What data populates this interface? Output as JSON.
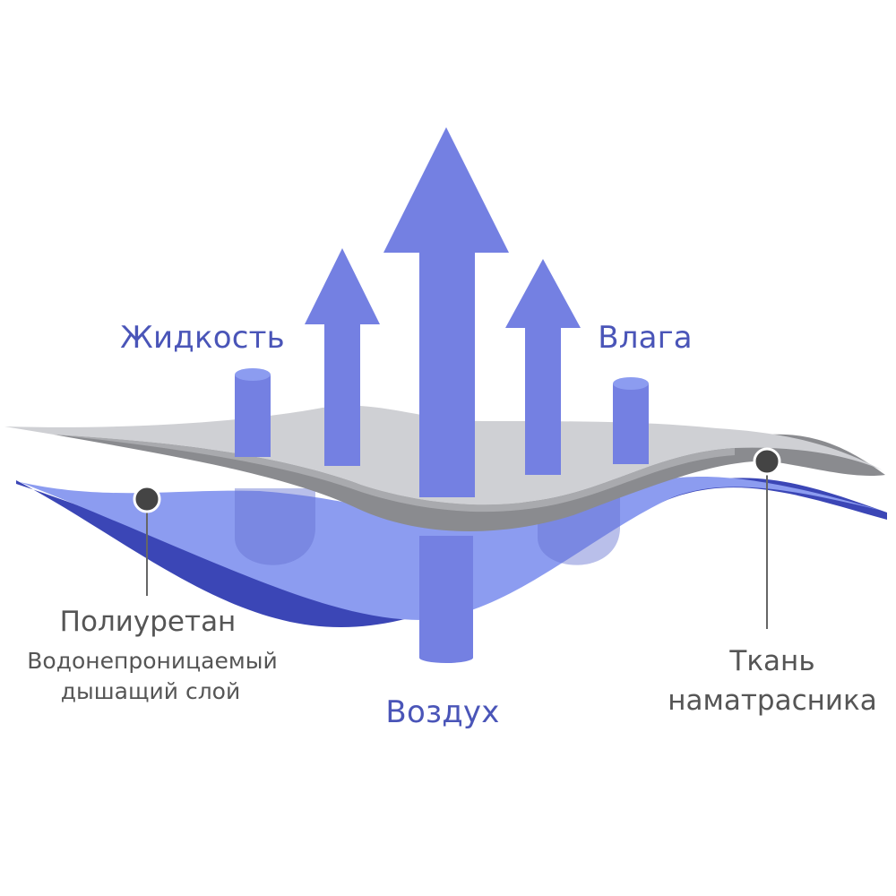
{
  "labels": {
    "liquid": "Жидкость",
    "moisture": "Влага",
    "air": "Воздух",
    "polyurethane_title": "Полиуретан",
    "polyurethane_line1": "Водонепроницаемый",
    "polyurethane_line2": "дышащий слой",
    "fabric_line1": "Ткань",
    "fabric_line2": "наматрасника"
  },
  "colors": {
    "arrow": "#7480e2",
    "arrow_dark": "#6470d0",
    "label_blue": "#4a55b8",
    "label_gray": "#555555",
    "layer_blue_fill": "#8c9cf0",
    "layer_blue_edge": "#3b46b6",
    "layer_fabric_top": "#cfd0d4",
    "layer_fabric_mid": "#a9aaae",
    "layer_fabric_under": "#8a8b8f",
    "pointer_line": "#666666",
    "pointer_dot": "#444444"
  },
  "icons": {
    "arrows": "upward-flow-arrows",
    "columns": "liquid-droplet-columns"
  }
}
